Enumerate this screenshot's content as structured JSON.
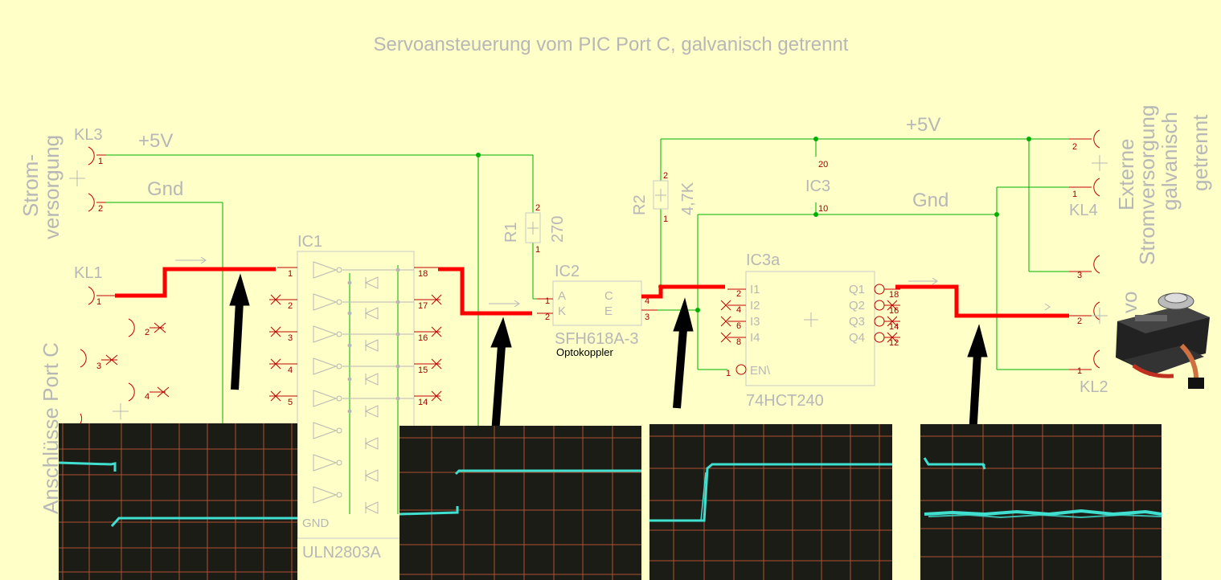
{
  "title": "Servoansteuerung vom PIC Port C, galvanisch getrennt",
  "labels": {
    "plus5v_left": "+5V",
    "gnd_left": "Gnd",
    "plus5v_right": "+5V",
    "gnd_right": "Gnd",
    "strom_versorgung_1": "Strom-",
    "strom_versorgung_2": "versorgung",
    "anschluesse": "Anschlüsse Port C",
    "externe_1": "Externe",
    "externe_2": "Stromversorgung",
    "externe_3": "galvanisch",
    "externe_4": "getrennt",
    "servo_fragment": "vo"
  },
  "connectors": {
    "kl3": "KL3",
    "kl1": "KL1",
    "kl4": "KL4",
    "kl2": "KL2"
  },
  "components": {
    "ic1_name": "IC1",
    "ic1_type": "ULN2803A",
    "ic1_gnd": "GND",
    "r1_name": "R1",
    "r1_value": "270",
    "ic2_name": "IC2",
    "ic2_type": "SFH618A-3",
    "ic2_desc": "Optokoppler",
    "ic2_pin_a": "A",
    "ic2_pin_k": "K",
    "ic2_pin_c": "C",
    "ic2_pin_e": "E",
    "r2_name": "R2",
    "r2_value": "4,7K",
    "ic3_name": "IC3",
    "ic3a_name": "IC3a",
    "ic3a_type": "74HCT240",
    "ic3_pins": {
      "i1": "I1",
      "i2": "I2",
      "i3": "I3",
      "i4": "I4",
      "q1": "Q1",
      "q2": "Q2",
      "q3": "Q3",
      "q4": "Q4",
      "en": "EN\\"
    }
  },
  "pin_numbers": {
    "kl3_1": "1",
    "kl3_2": "2",
    "kl1_1": "1",
    "kl1_2": "2",
    "kl1_3": "3",
    "kl1_4": "4",
    "ic1_in": [
      "1",
      "2",
      "3",
      "4",
      "5"
    ],
    "ic1_out": [
      "18",
      "17",
      "16",
      "15",
      "14"
    ],
    "r1_top": "2",
    "r1_bot": "1",
    "ic2_1": "1",
    "ic2_2": "2",
    "ic2_3": "3",
    "ic2_4": "4",
    "r2_top": "2",
    "r2_bot": "1",
    "ic3_vcc": "20",
    "ic3_gnd": "10",
    "ic3_in": [
      "2",
      "4",
      "6",
      "8"
    ],
    "ic3_en": "1",
    "ic3_out": [
      "18",
      "16",
      "14",
      "12"
    ],
    "kl4_2": "2",
    "kl4_1": "1",
    "kl2_3": "3",
    "kl2_2": "2",
    "kl2_1": "1"
  },
  "colors": {
    "background": "#ffffc8",
    "wire": "#00b000",
    "signal_path": "#ff0000",
    "arrow": "#000000",
    "label": "#b7b7b7",
    "scope_trace": "#40e0d0",
    "scope_grid": "#e0603a"
  },
  "scope_traces": [
    {
      "description_key": "scope-1",
      "levels": [
        "high",
        "low"
      ],
      "edge": "falling"
    },
    {
      "description_key": "scope-2",
      "levels": [
        "low",
        "high"
      ],
      "edge": "rising"
    },
    {
      "description_key": "scope-3",
      "levels": [
        "low",
        "high"
      ],
      "edge": "rising"
    },
    {
      "description_key": "scope-4",
      "levels": [
        "high",
        "low"
      ],
      "edge": "falling"
    }
  ]
}
